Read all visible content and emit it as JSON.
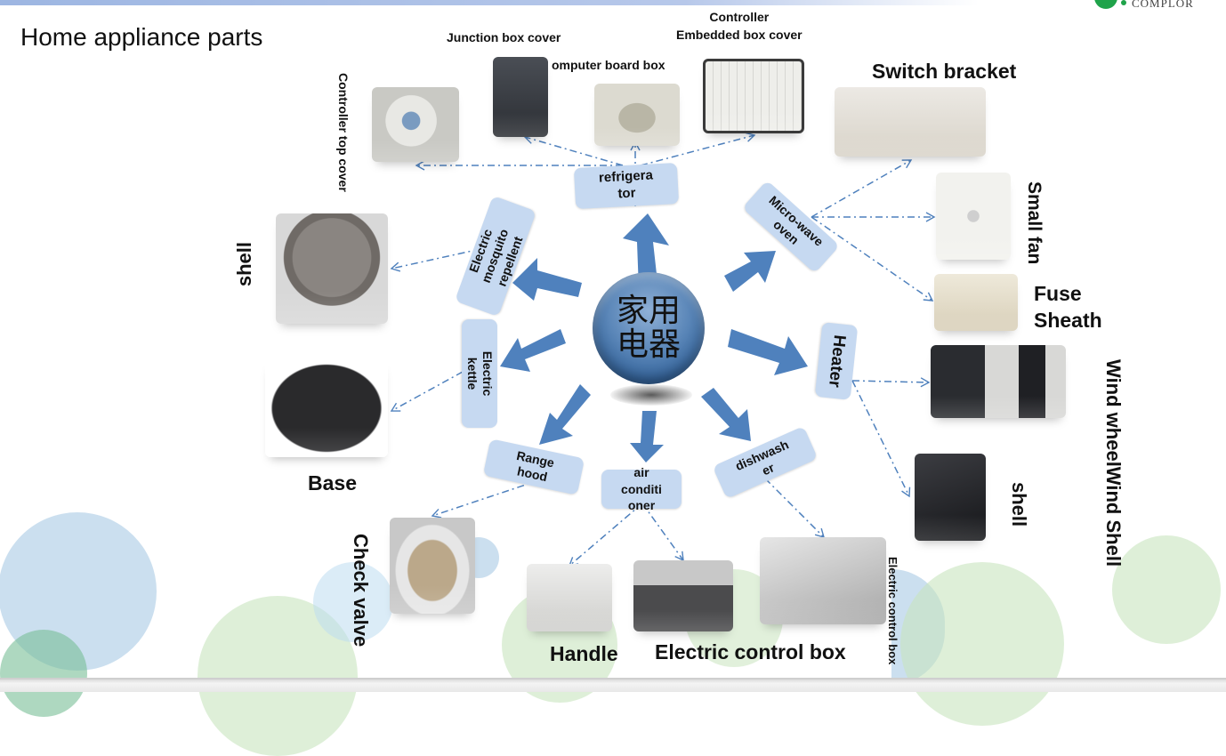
{
  "slide": {
    "title": "Home appliance parts",
    "logo_text": "COMPLOR",
    "colors": {
      "node_fill": "#c6d9f1",
      "arrow_fill": "#4f81bd",
      "center_fill": "#3e6ea6",
      "bubble_blue": "#c9dff0",
      "bubble_green": "#dff0d5",
      "logo_green": "#1fa34a"
    }
  },
  "center": {
    "line1": "家用",
    "line2": "电器"
  },
  "categories": [
    {
      "id": "refrigerator",
      "label": "refrigera\ntor",
      "parts": [
        "Controller top cover",
        "Junction box cover",
        "omputer board box",
        "Controller\nEmbedded box cover"
      ]
    },
    {
      "id": "microwave",
      "label": "Micro-wave\noven",
      "parts": [
        "Switch bracket",
        "Small fan",
        "Fuse\nSheath"
      ]
    },
    {
      "id": "heater",
      "label": "Heater",
      "parts": [
        "Wind wheelWind Shell",
        "shell"
      ]
    },
    {
      "id": "dishwasher",
      "label": "dishwash\ner",
      "parts": [
        "Electric control box"
      ]
    },
    {
      "id": "air-conditioner",
      "label": "air\nconditi\noner",
      "parts": [
        "Handle",
        "Electric control box"
      ]
    },
    {
      "id": "range-hood",
      "label": "Range\nhood",
      "parts": [
        "Check valve"
      ]
    },
    {
      "id": "electric-kettle",
      "label": "Electric\nkettle",
      "parts": [
        "Base"
      ]
    },
    {
      "id": "mosquito-repellent",
      "label": "Electric\nmosquito\nrepellent",
      "parts": [
        "shell"
      ]
    }
  ],
  "labels": {
    "junction_box_cover": "Junction box cover",
    "controller_embedded": "Controller\nEmbedded box cover",
    "computer_board_box": "omputer board box",
    "controller_top_cover": "Controller top cover",
    "switch_bracket": "Switch bracket",
    "small_fan": "Small fan",
    "fuse_sheath": "Fuse\nSheath",
    "wind_wheel_shell": "Wind wheelWind Shell",
    "heater_shell": "shell",
    "dishwasher_ecb": "Electric control box",
    "ac_ecb": "Electric control box",
    "handle": "Handle",
    "check_valve": "Check valve",
    "base": "Base",
    "mosquito_shell": "shell"
  }
}
